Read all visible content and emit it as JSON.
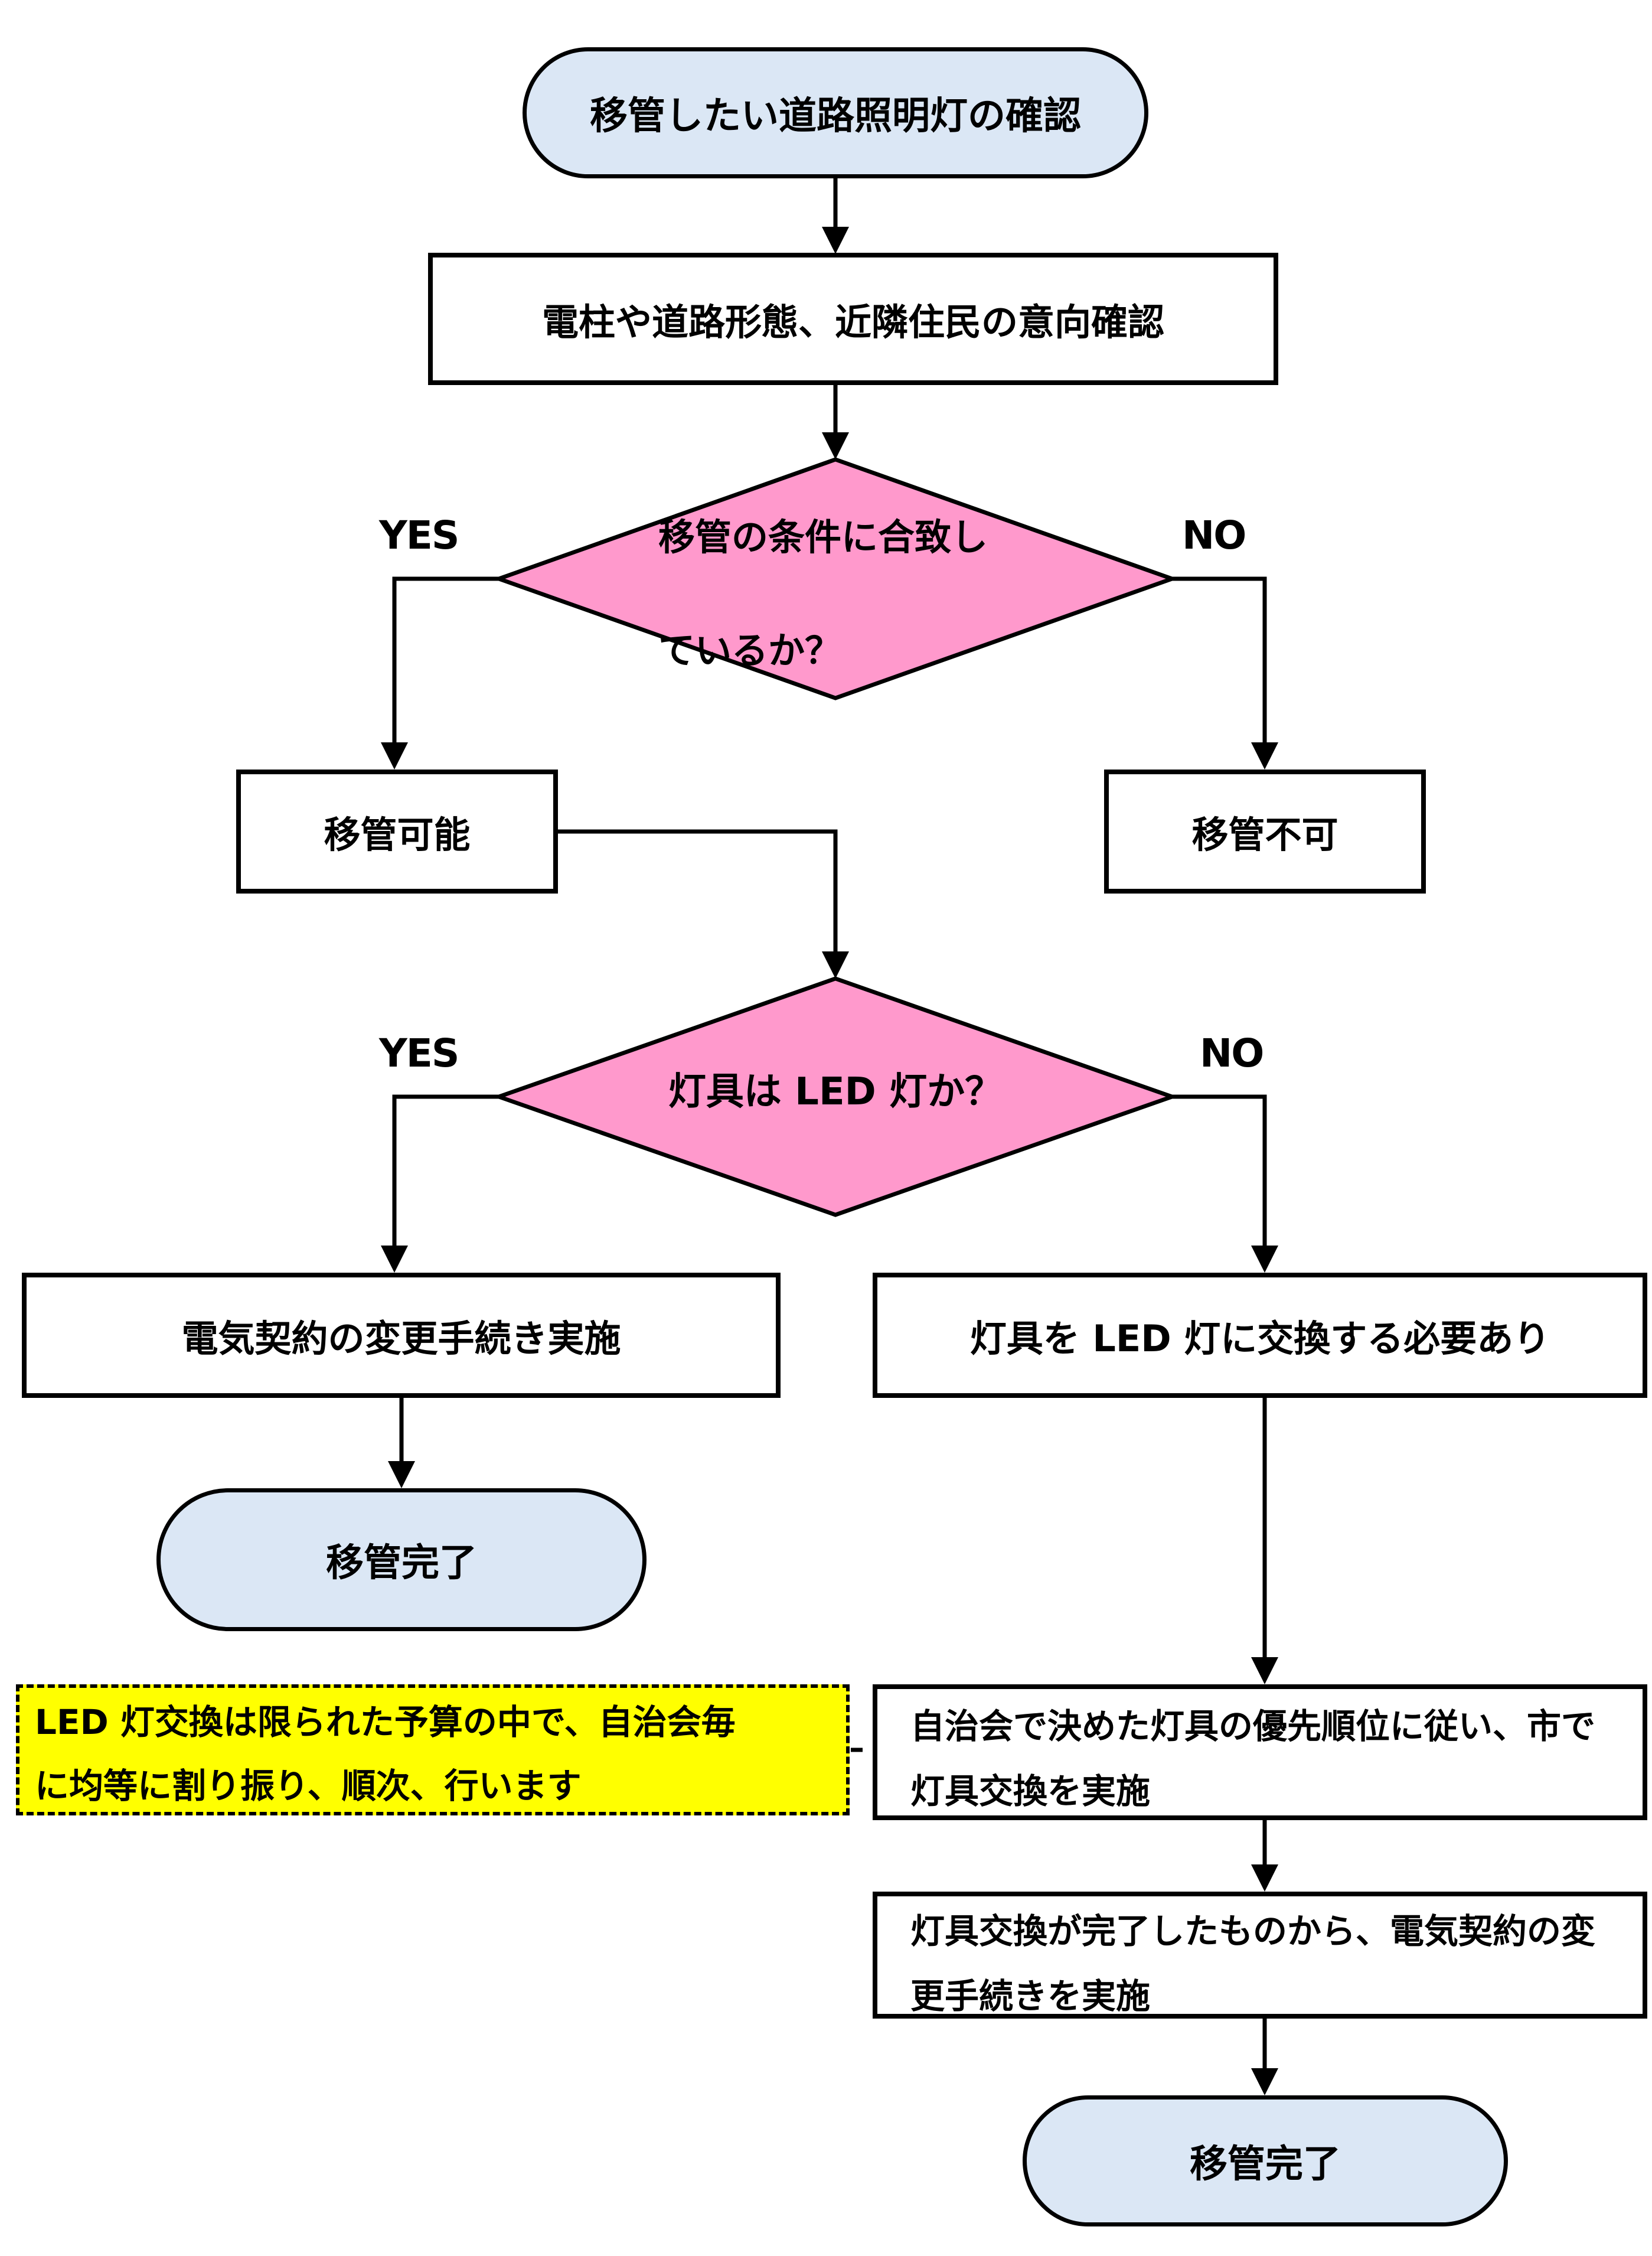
{
  "palette": {
    "terminal_fill": "#dbe7f5",
    "decision_fill": "#ff99cc",
    "note_fill": "#ffff00",
    "process_fill": "#ffffff",
    "line_color": "#000000"
  },
  "flowchart": {
    "start": {
      "label": "移管したい道路照明灯の確認"
    },
    "step_check": {
      "label": "電柱や道路形態、近隣住民の意向確認"
    },
    "decision_conditions": {
      "line1": "移管の条件に合致し",
      "line2": "ているか？",
      "yes_label": "YES",
      "no_label": "NO"
    },
    "result_possible": {
      "label": "移管可能"
    },
    "result_impossible": {
      "label": "移管不可"
    },
    "decision_led": {
      "label": "灯具は LED 灯か？",
      "yes_label": "YES",
      "no_label": "NO"
    },
    "step_contract_change": {
      "label": "電気契約の変更手続き実施"
    },
    "step_need_led_swap": {
      "label": "灯具を LED 灯に交換する必要あり"
    },
    "terminal_complete_left": {
      "label": "移管完了"
    },
    "note_budget": {
      "line1": "LED 灯交換は限られた予算の中で、自治会毎",
      "line2": "に均等に割り振り、順次、行います"
    },
    "step_priority_swap": {
      "line1": "自治会で決めた灯具の優先順位に従い、市で",
      "line2": "灯具交換を実施"
    },
    "step_contract_after_swap": {
      "line1": "灯具交換が完了したものから、電気契約の変",
      "line2": "更手続きを実施"
    },
    "terminal_complete_right": {
      "label": "移管完了"
    }
  }
}
